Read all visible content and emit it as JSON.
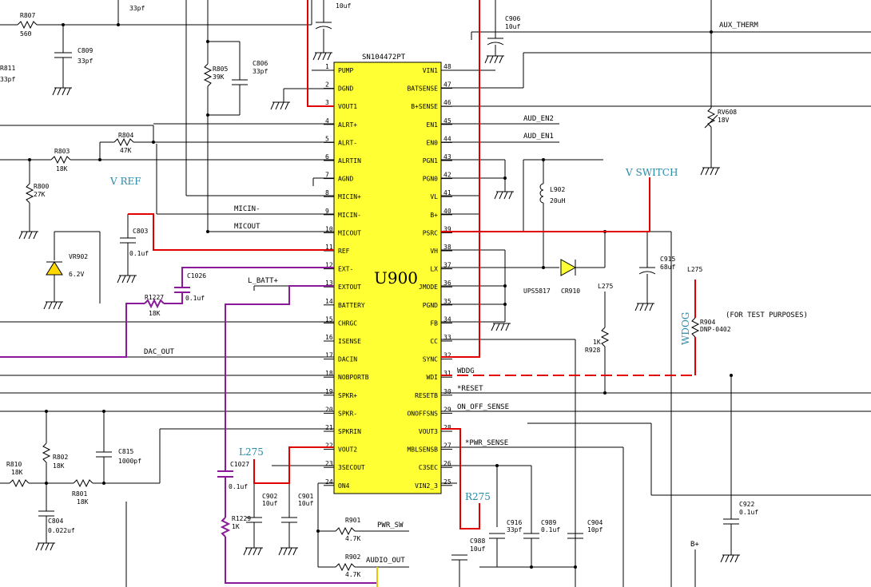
{
  "ic": {
    "part": "SN104472PT",
    "ref": "U900",
    "fill": "#ffff33"
  },
  "left_pins": [
    {
      "n": "1",
      "name": "PUMP"
    },
    {
      "n": "2",
      "name": "DGND"
    },
    {
      "n": "3",
      "name": "VOUT1"
    },
    {
      "n": "4",
      "name": "ALRT+"
    },
    {
      "n": "5",
      "name": "ALRT-"
    },
    {
      "n": "6",
      "name": "ALRTIN"
    },
    {
      "n": "7",
      "name": "AGND"
    },
    {
      "n": "8",
      "name": "MICIN+"
    },
    {
      "n": "9",
      "name": "MICIN-"
    },
    {
      "n": "10",
      "name": "MICOUT"
    },
    {
      "n": "11",
      "name": "REF"
    },
    {
      "n": "12",
      "name": "EXT-"
    },
    {
      "n": "13",
      "name": "EXTOUT"
    },
    {
      "n": "14",
      "name": "BATTERY"
    },
    {
      "n": "15",
      "name": "CHRGC"
    },
    {
      "n": "16",
      "name": "ISENSE"
    },
    {
      "n": "17",
      "name": "DACIN"
    },
    {
      "n": "18",
      "name": "NOBPORTB"
    },
    {
      "n": "19",
      "name": "SPKR+"
    },
    {
      "n": "20",
      "name": "SPKR-"
    },
    {
      "n": "21",
      "name": "SPKRIN"
    },
    {
      "n": "22",
      "name": "VOUT2"
    },
    {
      "n": "23",
      "name": "3SECOUT"
    },
    {
      "n": "24",
      "name": "ON4"
    }
  ],
  "right_pins": [
    {
      "n": "48",
      "name": "VIN1"
    },
    {
      "n": "47",
      "name": "BATSENSE"
    },
    {
      "n": "46",
      "name": "B+SENSE"
    },
    {
      "n": "45",
      "name": "EN1"
    },
    {
      "n": "44",
      "name": "EN0"
    },
    {
      "n": "43",
      "name": "PGN1"
    },
    {
      "n": "42",
      "name": "PGN0"
    },
    {
      "n": "41",
      "name": "VL"
    },
    {
      "n": "40",
      "name": "B+"
    },
    {
      "n": "39",
      "name": "PSRC"
    },
    {
      "n": "38",
      "name": "VH"
    },
    {
      "n": "37",
      "name": "LX"
    },
    {
      "n": "36",
      "name": "JMODE"
    },
    {
      "n": "35",
      "name": "PGND"
    },
    {
      "n": "34",
      "name": "FB"
    },
    {
      "n": "33",
      "name": "CC"
    },
    {
      "n": "32",
      "name": "SYNC"
    },
    {
      "n": "31",
      "name": "WDI"
    },
    {
      "n": "30",
      "name": "RESETB"
    },
    {
      "n": "29",
      "name": "ONOFFSNS"
    },
    {
      "n": "28",
      "name": "VOUT3"
    },
    {
      "n": "27",
      "name": "MBLSENSB"
    },
    {
      "n": "26",
      "name": "C3SEC"
    },
    {
      "n": "25",
      "name": "VIN2_3"
    }
  ],
  "nets": {
    "aux_therm": "AUX_THERM",
    "aud_en2": "AUD_EN2",
    "aud_en1": "AUD_EN1",
    "micin_minus": "MICIN-",
    "micout": "MICOUT",
    "l_batt": "L_BATT+",
    "dac_out": "DAC_OUT",
    "wddg": "WDDG",
    "reset": "*RESET",
    "on_off": "ON_OFF_SENSE",
    "pwr_sense": "*PWR_SENSE",
    "pwr_sw": "PWR_SW",
    "audio_out": "AUDIO_OUT",
    "bplus": "B+",
    "test_note": "(FOR TEST PURPOSES)"
  },
  "annotations": {
    "vref": "V REF",
    "vswitch": "V SWITCH",
    "l275": "L275",
    "r275": "R275",
    "wdog": "WDOG",
    "l275_top": "L275",
    "l275_mid": "L275"
  },
  "components": {
    "r807": "R807",
    "r807v": "56Θ",
    "c809": "C809",
    "c809v": "33pf",
    "c33top": "33pf",
    "r811": "R811",
    "r811v": "33pf",
    "r805": "R805",
    "r805v": "39K",
    "c806": "C806",
    "c806v": "33pf",
    "c_top_pol": "10uf",
    "c906": "C906",
    "c906v": "10uf",
    "r804": "R804",
    "r804v": "47K",
    "r803": "R803",
    "r803v": "18K",
    "r800": "R800",
    "r800v": "27K",
    "c803": "C803",
    "c803v": "0.1uf",
    "vr902": "VR902",
    "vr902v": "6.2V",
    "c1026": "C1026",
    "c1026v": "0.1uf",
    "r1227": "R1227",
    "r1227v": "18K",
    "rv608": "RV608",
    "rv608v": "18V",
    "l902": "L902",
    "l902v": "20uH",
    "cr910": "CR910",
    "cr910p": "UPS5817",
    "c915": "C915",
    "c915v": "68uf",
    "r904": "R904",
    "r904v": "DNP-0402",
    "r928": "R928",
    "r928v": "1K",
    "c815": "C815",
    "c815v": "1000pf",
    "r802": "R802",
    "r802v": "18K",
    "r810": "R810",
    "r810v": "18K",
    "r801": "R801",
    "r801v": "18K",
    "c804": "C804",
    "c804v": "0.022uf",
    "c1027": "C1027",
    "c1027v": "0.1uf",
    "r1229": "R1229",
    "r1229v": "1K",
    "c902": "C902",
    "c902v": "10uf",
    "c901": "C901",
    "c901v": "10uf",
    "r901": "R901",
    "r901v": "4.7K",
    "r902": "R902",
    "r902v": "4.7K",
    "c916": "C916",
    "c916v": "33pf",
    "c989": "C989",
    "c989v": "0.1uf",
    "c904": "C904",
    "c904v": "10pf",
    "c988": "C988",
    "c988v": "10uf",
    "c922": "C922",
    "c922v": "0.1uf"
  }
}
